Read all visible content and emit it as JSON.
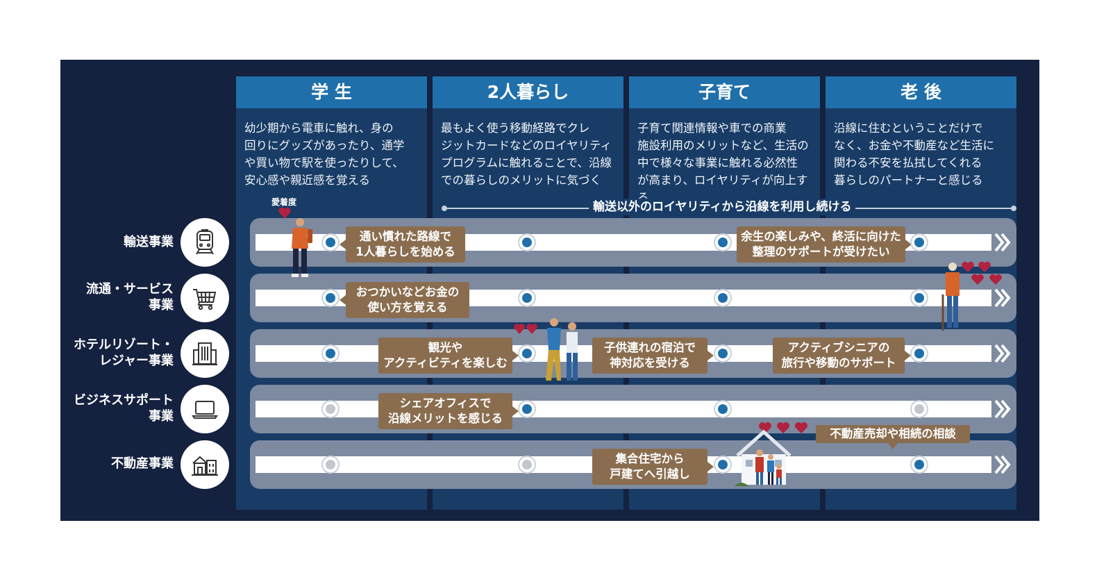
{
  "stages": [
    {
      "title": "学 生",
      "desc": [
        "幼少期から電車に触れ、身の",
        "回りにグッズがあったり、通学",
        "や買い物で駅を使ったりして、",
        "安心感や親近感を覚える"
      ]
    },
    {
      "title": "2人暮らし",
      "desc": [
        "最もよく使う移動経路でクレ",
        "ジットカードなどのロイヤリティ",
        "プログラムに触れることで、沿線",
        "での暮らしのメリットに気づく"
      ]
    },
    {
      "title": "子育て",
      "desc": [
        "子育て関連情報や車での商業",
        "施設利用のメリットなど、生活の",
        "中で様々な事業に触れる必然性",
        "が高まり、ロイヤリティが向上する"
      ]
    },
    {
      "title": "老 後",
      "desc": [
        "沿線に住むということだけで",
        "なく、お金や不動産など生活に",
        "関わる不安を払拭してくれる",
        "暮らしのパートナーと感じる"
      ]
    }
  ],
  "loyalty_banner": "輸送以外のロイヤリティから沿線を利用し続ける",
  "affection_label": "愛着度",
  "rows": [
    {
      "label": [
        "輸送事業"
      ],
      "icon": "train-icon",
      "dots": [
        true,
        true,
        true,
        true
      ]
    },
    {
      "label": [
        "流通・サービス",
        "事業"
      ],
      "icon": "shopping-cart-icon",
      "dots": [
        true,
        true,
        true,
        true
      ]
    },
    {
      "label": [
        "ホテルリゾート・",
        "レジャー事業"
      ],
      "icon": "hotel-building-icon",
      "dots": [
        true,
        true,
        true,
        true
      ]
    },
    {
      "label": [
        "ビジネスサポート",
        "事業"
      ],
      "icon": "laptop-icon",
      "dots": [
        false,
        true,
        true,
        false
      ]
    },
    {
      "label": [
        "不動産事業"
      ],
      "icon": "house-building-icon",
      "dots": [
        false,
        false,
        true,
        true
      ]
    }
  ],
  "callouts": {
    "transport_1": [
      "通い慣れた路線で",
      "1人暮らしを始める"
    ],
    "transport_2": [
      "余生の楽しみや、終活に向けた",
      "整理のサポートが受けたい"
    ],
    "retail_1": [
      "おつかいなどお金の",
      "使い方を覚える"
    ],
    "hotel_1": [
      "観光や",
      "アクティビティを楽しむ"
    ],
    "hotel_2": [
      "子供連れの宿泊で",
      "神対応を受ける"
    ],
    "hotel_3": [
      "アクティブシニアの",
      "旅行や移動のサポート"
    ],
    "business_1": [
      "シェアオフィスで",
      "沿線メリットを感じる"
    ],
    "realestate_1": [
      "集合住宅から",
      "戸建てへ引越し"
    ],
    "realestate_2": [
      "不動産売却や相続の相談"
    ]
  },
  "colors": {
    "panel": "#14213f",
    "column": "#183c66",
    "header": "#1f6faa",
    "callout": "#8a6d4f",
    "heart": "#b0223e",
    "row": "#7d8aa0"
  }
}
